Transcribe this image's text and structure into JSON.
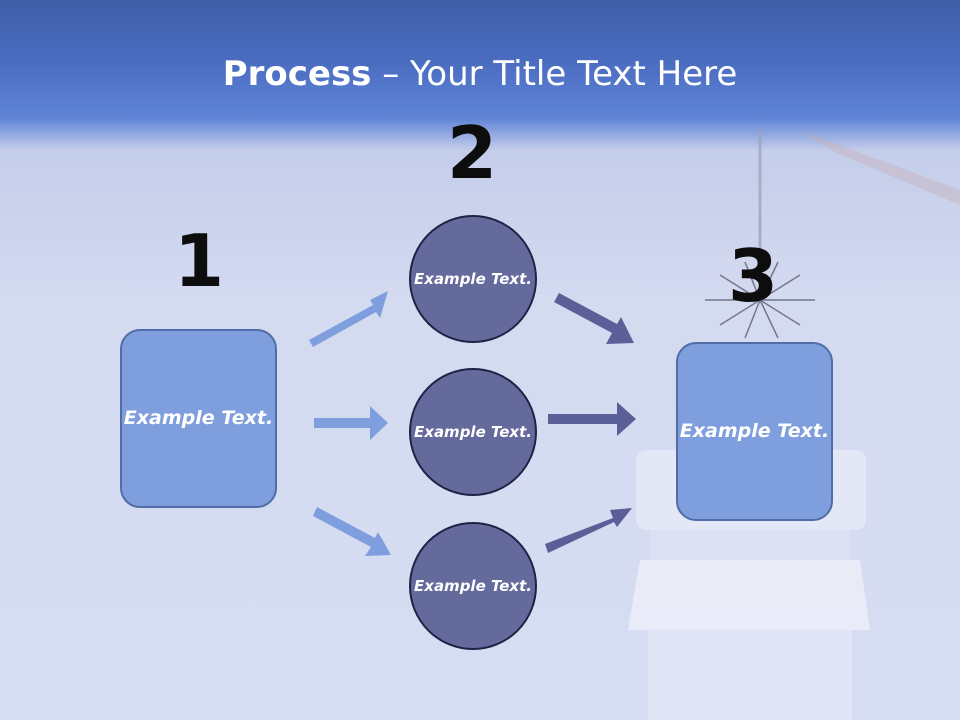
{
  "slide": {
    "title_bold": "Process",
    "title_rest": " – Your Title Text Here"
  },
  "steps": {
    "step1": {
      "number": "1",
      "box_text": "Example Text."
    },
    "step2": {
      "number": "2",
      "circles": [
        "Example Text.",
        "Example Text.",
        "Example Text."
      ]
    },
    "step3": {
      "number": "3",
      "box_text": "Example Text."
    }
  },
  "colors": {
    "box_fill": "#7f9edd",
    "circle_fill": "#646a9c",
    "arrow_light": "#7f9edd",
    "arrow_dark": "#5a5f98"
  }
}
